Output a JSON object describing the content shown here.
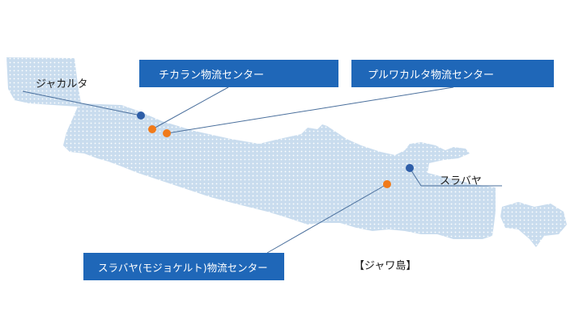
{
  "map": {
    "island_label": "【ジャワ島】",
    "cities": {
      "jakarta": "ジャカルタ",
      "surabaya": "スラバヤ"
    },
    "centers": {
      "cikarang": "チカラン物流センター",
      "purwakarta": "プルワカルタ物流センター",
      "surabaya_mojokerto": "スラバヤ(モジョケルト)物流センター"
    },
    "colors": {
      "land_fill": "#c9dcee",
      "land_dot": "#ffffff",
      "city_marker": "#2e5ea8",
      "center_marker": "#f07a1a",
      "label_box": "#1f67b8",
      "leader_line": "#4a6f9c"
    }
  }
}
